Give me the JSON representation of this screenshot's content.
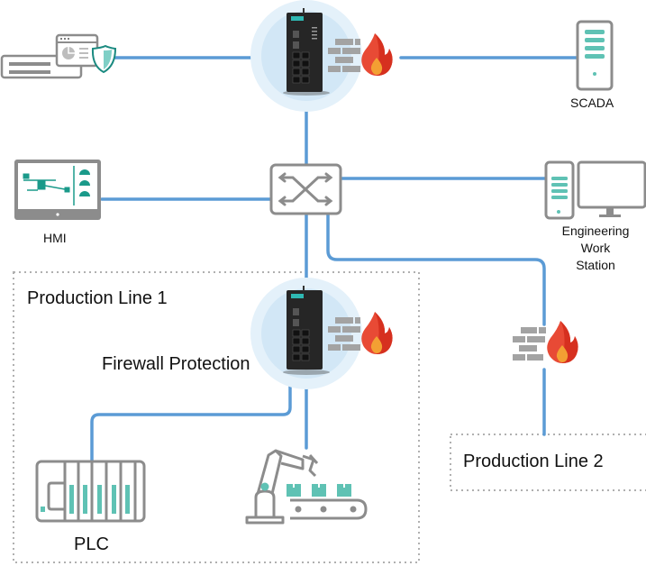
{
  "diagram": {
    "colors": {
      "link": "#5b9bd5",
      "icon_gray": "#8c8c8c",
      "accent_teal": "#5fc2b4",
      "shield_teal": "#1a8a80",
      "flame_red": "#e03a2a",
      "flame_orange": "#f0a030",
      "halo": "#dcedf8",
      "zone_border": "#b0b0b0"
    },
    "nodes": {
      "security_mgmt": {
        "icon": "dashboard-shield-icon"
      },
      "firewall_top": {
        "icon": "industrial-firewall-icon"
      },
      "scada": {
        "label": "SCADA",
        "icon": "server-icon"
      },
      "hmi": {
        "label": "HMI",
        "icon": "hmi-monitor-icon"
      },
      "switch": {
        "icon": "network-switch-icon"
      },
      "ews": {
        "label_lines": [
          "Engineering",
          "Work",
          "Station"
        ],
        "icon": "workstation-icon"
      },
      "firewall_line1": {
        "label": "Firewall Protection",
        "icon": "industrial-firewall-icon"
      },
      "firewall_line2": {
        "icon": "firewall-brick-icon"
      },
      "plc": {
        "label": "PLC",
        "icon": "plc-rack-icon"
      },
      "robot": {
        "icon": "robot-arm-conveyor-icon"
      }
    },
    "zones": [
      {
        "label": "Production Line 1"
      },
      {
        "label": "Production Line 2"
      }
    ]
  }
}
